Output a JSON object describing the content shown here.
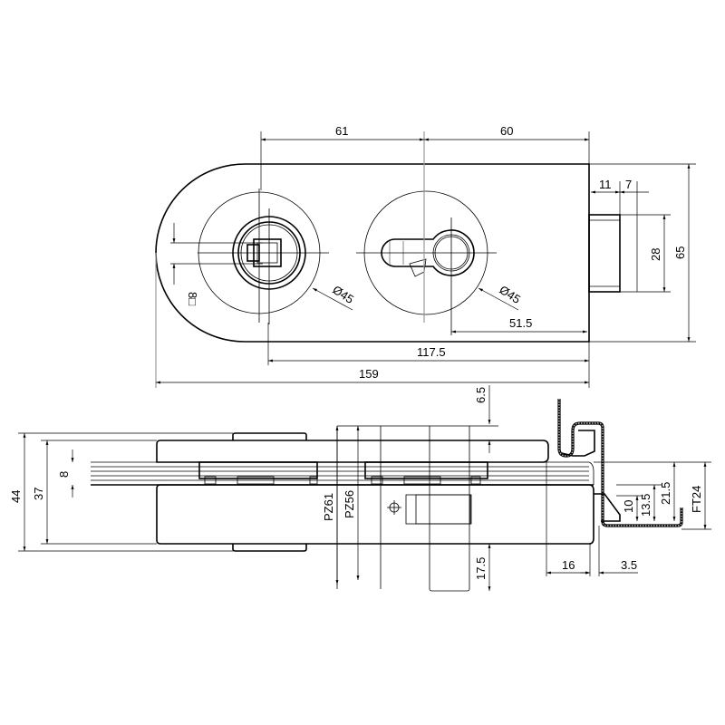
{
  "top_view": {
    "dim_handle_to_cylinder": "61",
    "dim_cylinder_to_edge": "60",
    "dim_bolt_11": "11",
    "dim_bolt_7": "7",
    "dim_bolt_height": "28",
    "dim_plate_height": "65",
    "dim_spindle_square": "8□",
    "dim_rose_left": "Ø45",
    "dim_rose_right": "Ø45",
    "dim_backset": "51.5",
    "dim_spindle_to_edge": "117.5",
    "dim_total_length": "159"
  },
  "side_view": {
    "dim_top_offset": "6.5",
    "dim_total_height": "44",
    "dim_body_height": "37",
    "dim_glass": "8",
    "dim_pz61": "PZ61",
    "dim_pz56": "PZ56",
    "dim_bottom_offset": "17.5",
    "dim_16": "16",
    "dim_3_5": "3.5",
    "dim_10": "10",
    "dim_13_5": "13.5",
    "dim_21_5": "21.5",
    "dim_ft24": "FT24"
  }
}
